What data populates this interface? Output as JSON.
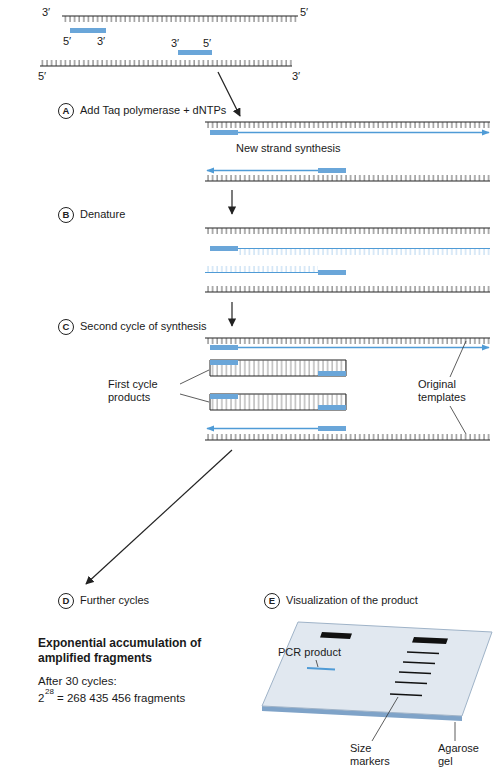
{
  "diagram": {
    "nodes": [
      {
        "text": [
          "A"
        ]
      },
      {
        "text": [
          "B"
        ]
      },
      {
        "text": [
          "C"
        ]
      },
      {
        "text": [
          "D"
        ]
      },
      {
        "text": [
          "E"
        ]
      }
    ],
    "labels": [
      "3′",
      "5′",
      "5′",
      "3′",
      "3′",
      "5′",
      "5′",
      "3′",
      "Add Taq polymerase + dNTPs",
      "New strand synthesis",
      "Denature",
      "Second cycle of synthesis",
      "First cycle products",
      "Original templates",
      "Further cycles",
      "Visualization of the product",
      "Exponential accumulation of amplified fragments",
      "After 30 cycles:",
      "2",
      "28",
      "= 268 435 456 fragments",
      "PCR product",
      "Size markers",
      "Agarose gel"
    ]
  }
}
